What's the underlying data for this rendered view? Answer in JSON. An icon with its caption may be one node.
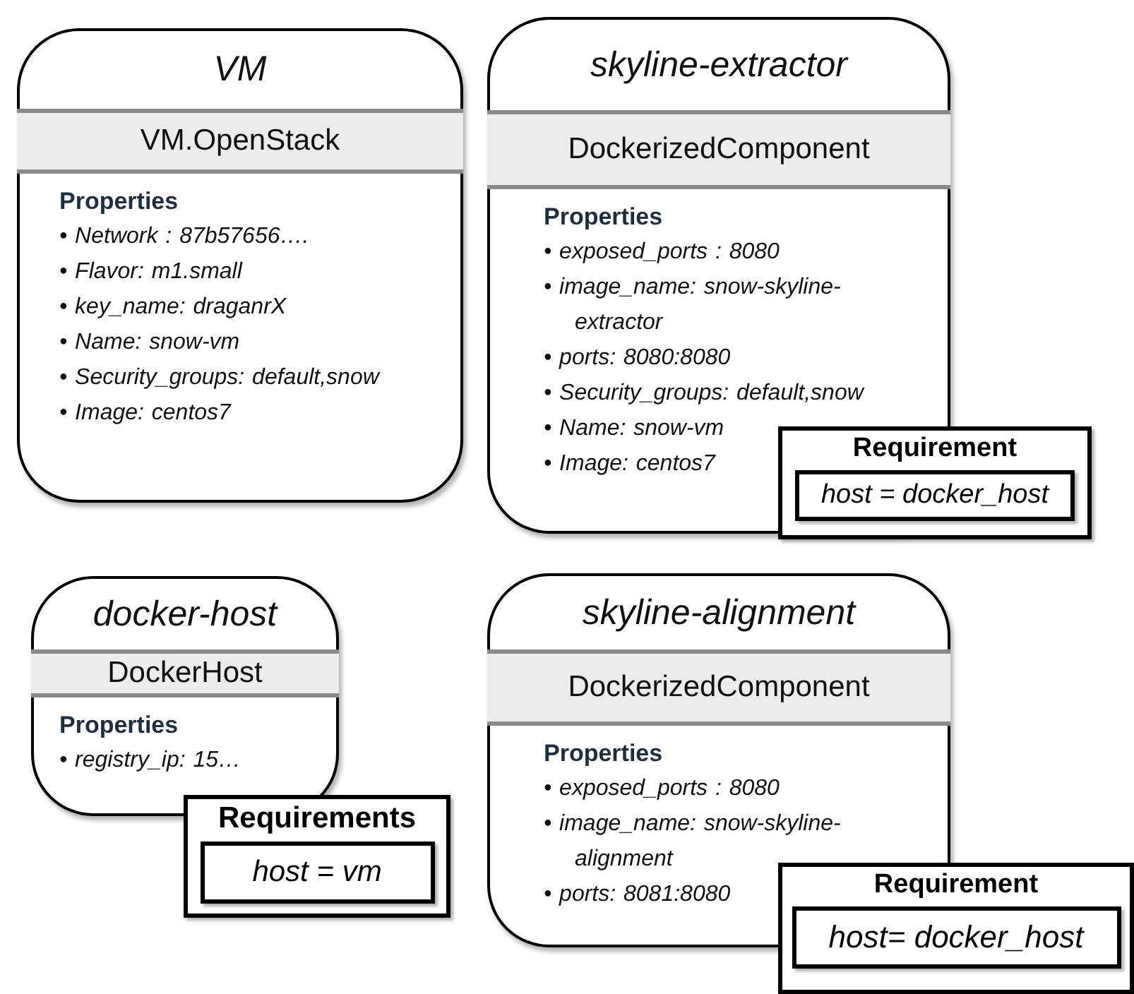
{
  "diagram": {
    "nodes": [
      {
        "text": [
          "VM",
          "Properties",
          "• Network :  87b57656….",
          "• Flavor: m1.small",
          "• key_name: draganrX",
          "• Name: snow-vm",
          "• Security_groups: default,snow",
          "• Image: centos7"
        ]
      },
      {
        "text": [
          "VM.OpenStack"
        ],
        "in": 0
      },
      {
        "text": [
          "skyline-extractor",
          "Properties",
          "• exposed_ports : 8080",
          "• image_name: snow-skyline-extractor",
          "• ports: 8080:8080",
          "• Security_groups: default,snow",
          "• Name: snow-vm",
          "• Image: centos7"
        ]
      },
      {
        "text": [
          "DockerizedComponent"
        ],
        "in": 2
      },
      {
        "text": [
          "Requirement"
        ]
      },
      {
        "text": [
          "host = docker_host"
        ],
        "in": 4
      },
      {
        "text": [
          "docker-host",
          "Properties",
          "• registry_ip: 15…"
        ]
      },
      {
        "text": [
          "DockerHost"
        ],
        "in": 6
      },
      {
        "text": [
          "Requirements"
        ]
      },
      {
        "text": [
          "host = vm"
        ],
        "in": 8
      },
      {
        "text": [
          "skyline-alignment",
          "Properties",
          "• exposed_ports : 8080",
          "• image_name: snow-skyline-alignment",
          "• ports: 8081:8080"
        ]
      },
      {
        "text": [
          "DockerizedComponent"
        ],
        "in": 10
      },
      {
        "text": [
          "Requirement"
        ]
      },
      {
        "text": [
          "host= docker_host"
        ],
        "in": 12
      }
    ]
  }
}
